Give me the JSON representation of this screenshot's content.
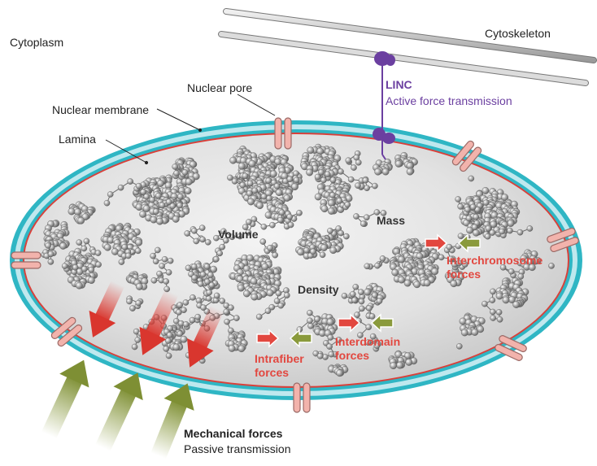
{
  "labels": {
    "cytoplasm": "Cytoplasm",
    "cytoskeleton": "Cytoskeleton",
    "nuclear_pore": "Nuclear pore",
    "nuclear_membrane": "Nuclear membrane",
    "lamina": "Lamina",
    "linc_title": "LINC",
    "linc_subtitle": "Active force transmission",
    "volume": "Volume",
    "mass": "Mass",
    "density": "Density",
    "interchromosome_line1": "Interchromosome",
    "interchromosome_line2": "forces",
    "interdomain_line1": "Interdomain",
    "interdomain_line2": "forces",
    "intrafiber_line1": "Intrafiber",
    "intrafiber_line2": "forces",
    "mechanical_title": "Mechanical forces",
    "mechanical_subtitle": "Passive transmission"
  },
  "colors": {
    "membrane_outer": "#2fb6c4",
    "membrane_inner": "#bfe8ee",
    "lamina": "#d9403a",
    "pore": "#f2b3ac",
    "linc": "#6b3fa0",
    "force_red": "#e2473f",
    "force_green": "#8a9a3c",
    "nucleus_fill": "#d8d8d8",
    "bead": "#9a9a9a"
  }
}
